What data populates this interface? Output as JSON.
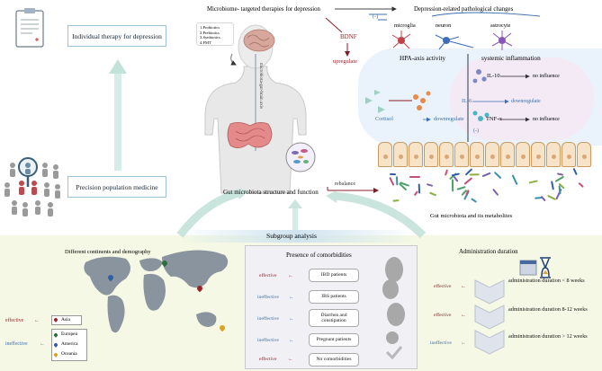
{
  "top_left": {
    "individual_therapy": "Individual therapy for depression",
    "precision_medicine": "Precision population medicine"
  },
  "center": {
    "microbiome_title": "Microbiome- targeted therapies for depression",
    "therapies": [
      "1.Probiotics",
      "2.Prebiotics",
      "3.Synbiotics",
      "4.FMT"
    ],
    "axis_label": "microbiota-gut-brain axis",
    "gut_label": "Gut microbiota structure and function",
    "bdnf": "BDNF",
    "upregulate": "upregulate",
    "minus_top": "(-)",
    "rebalance": "rebalance"
  },
  "right_top": {
    "title": "Depression-related pathological changes",
    "cells": [
      "microglia",
      "neuron",
      "astrocyte"
    ],
    "hpa": "HPA-axis activity",
    "inflammation": "systemic inflammation",
    "il10": "IL-10",
    "il10_effect": "no influence",
    "il6": "IL-6",
    "il6_effect": "downregulate",
    "tnf": "TNF-α",
    "tnf_effect": "no influence",
    "cortisol": "Cortisol",
    "cortisol_effect": "downregulate",
    "minus_mid": "(-)",
    "metabolites": "Gut microbiota and its metabolites"
  },
  "subgroup": {
    "title": "Subgroup analysis",
    "continents_title": "Different continents and demography",
    "legend": [
      {
        "label": "Asia",
        "effect": "effective",
        "color": "#a3202a"
      },
      {
        "label": "Europea",
        "effect": "ineffective",
        "color": "#2c6e3c"
      },
      {
        "label": "America",
        "effect": "",
        "color": "#2f5fa8"
      },
      {
        "label": "Oceania",
        "effect": "",
        "color": "#e0a020"
      }
    ],
    "comorbid_title": "Presence of comorbidities",
    "comorbidities": [
      {
        "effect": "effective",
        "label": "IBD patients"
      },
      {
        "effect": "ineffective",
        "label": "IBS patients"
      },
      {
        "effect": "ineffective",
        "label": "Diarrhea and constipation"
      },
      {
        "effect": "ineffective",
        "label": "Pregnant patients"
      },
      {
        "effect": "effective",
        "label": "No comorbidities"
      }
    ],
    "admin_title": "Administration duration",
    "durations": [
      {
        "effect": "effective",
        "label": "administration duration < 8 weeks"
      },
      {
        "effect": "effective",
        "label": "administration duration 8-12 weeks"
      },
      {
        "effect": "ineffective",
        "label": "administration duration > 12 weeks"
      }
    ]
  },
  "colors": {
    "effective": "#a3202a",
    "ineffective": "#3b6fb0",
    "arrow_teal": "#bfe0d8",
    "bottom_bg": "#f4f8e4",
    "right_bg": "#eaf3fb"
  }
}
